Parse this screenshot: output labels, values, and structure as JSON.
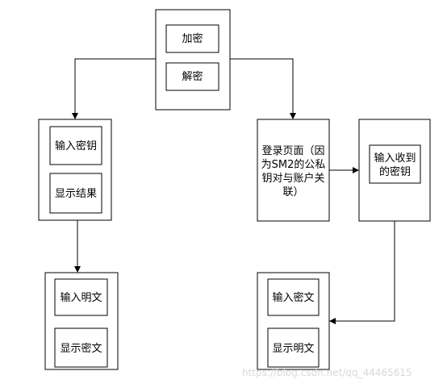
{
  "nodes": {
    "top_encrypt": "加密",
    "top_decrypt": "解密",
    "left_input_key": "输入密钥",
    "left_show_result": "显示结果",
    "left2_input_plain": "输入明文",
    "left2_show_cipher": "显示密文",
    "login_line1": "登录页面（因",
    "login_line2": "为SM2的公私",
    "login_line3": "钥对与账户关",
    "login_line4": "联）",
    "recv_line1": "输入收到",
    "recv_line2": "的密钥",
    "right2_input_cipher": "输入密文",
    "right2_show_plain": "显示明文"
  },
  "watermark": "https://blog.csdn.net/qq_44465615",
  "colors": {
    "stroke": "#000000",
    "background": "#ffffff",
    "watermark": "#d9d9d9"
  }
}
